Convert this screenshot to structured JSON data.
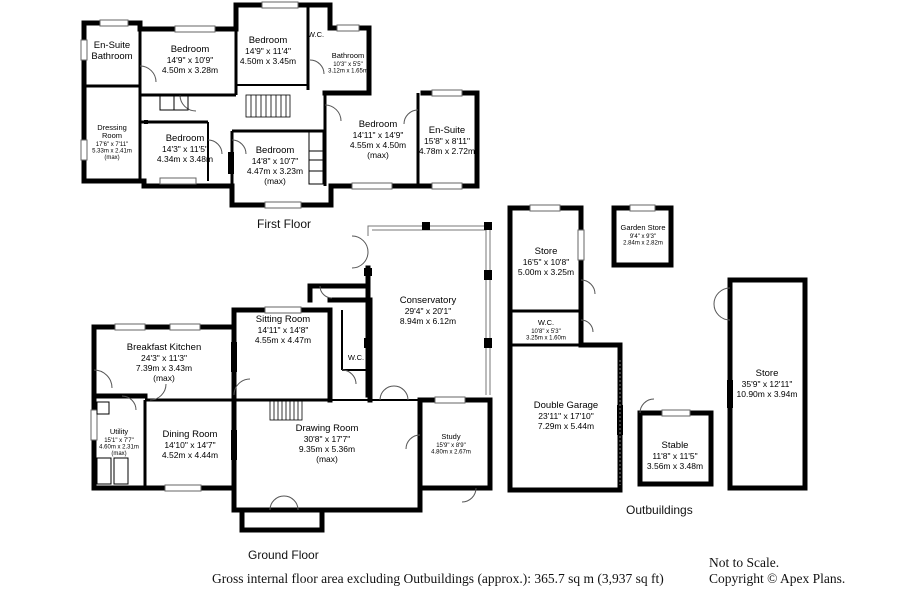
{
  "floor_labels": {
    "first": "First Floor",
    "ground": "Ground Floor",
    "outbuildings": "Outbuildings"
  },
  "rooms": [
    {
      "key": "ensuite_bath",
      "lines": [
        "En-Suite",
        "Bathroom"
      ],
      "size": [],
      "small": false
    },
    {
      "key": "bed1",
      "lines": [
        "Bedroom"
      ],
      "size": [
        "14'9\" x 10'9\"",
        "4.50m x 3.28m"
      ],
      "small": false
    },
    {
      "key": "bed2",
      "lines": [
        "Bedroom"
      ],
      "size": [
        "14'9\" x 11'4\"",
        "4.50m x 3.45m"
      ],
      "small": false
    },
    {
      "key": "wc_first",
      "lines": [
        "W.C."
      ],
      "size": [],
      "small": true
    },
    {
      "key": "bathroom",
      "lines": [
        "Bathroom"
      ],
      "size": [
        "10'3\" x 5'5\"",
        "3.12m x 1.65m"
      ],
      "small": true
    },
    {
      "key": "dressing",
      "lines": [
        "Dressing",
        "Room"
      ],
      "size": [
        "17'6\" x 7'11\"",
        "5.33m x 2.41m",
        "(max)"
      ],
      "small": true
    },
    {
      "key": "bed3",
      "lines": [
        "Bedroom"
      ],
      "size": [
        "14'3\" x 11'5\"",
        "4.34m x 3.48m"
      ],
      "small": false
    },
    {
      "key": "bed4",
      "lines": [
        "Bedroom"
      ],
      "size": [
        "14'8\" x 10'7\"",
        "4.47m x 3.23m",
        "(max)"
      ],
      "small": false
    },
    {
      "key": "bed5",
      "lines": [
        "Bedroom"
      ],
      "size": [
        "14'11\" x 14'9\"",
        "4.55m x 4.50m",
        "(max)"
      ],
      "small": false
    },
    {
      "key": "ensuite2",
      "lines": [
        "En-Suite"
      ],
      "size": [
        "15'8\" x 8'11\"",
        "4.78m x 2.72m"
      ],
      "small": false
    },
    {
      "key": "conservatory",
      "lines": [
        "Conservatory"
      ],
      "size": [
        "29'4\" x 20'1\"",
        "8.94m x 6.12m"
      ],
      "small": false
    },
    {
      "key": "breakfast",
      "lines": [
        "Breakfast Kitchen"
      ],
      "size": [
        "24'3\" x 11'3\"",
        "7.39m x 3.43m",
        "(max)"
      ],
      "small": false
    },
    {
      "key": "sitting",
      "lines": [
        "Sitting Room"
      ],
      "size": [
        "14'11\" x 14'8\"",
        "4.55m x 4.47m"
      ],
      "small": false
    },
    {
      "key": "wc_ground",
      "lines": [
        "W.C."
      ],
      "size": [],
      "small": true
    },
    {
      "key": "utility",
      "lines": [
        "Utility"
      ],
      "size": [
        "15'1\" x 7'7\"",
        "4.60m x 2.31m",
        "(max)"
      ],
      "small": true
    },
    {
      "key": "dining",
      "lines": [
        "Dining Room"
      ],
      "size": [
        "14'10\" x 14'7\"",
        "4.52m x 4.44m"
      ],
      "small": false
    },
    {
      "key": "drawing",
      "lines": [
        "Drawing Room"
      ],
      "size": [
        "30'8\" x 17'7\"",
        "9.35m x 5.36m",
        "(max)"
      ],
      "small": false
    },
    {
      "key": "study",
      "lines": [
        "Study"
      ],
      "size": [
        "15'9\" x 8'9\"",
        "4.80m x 2.67m"
      ],
      "small": true
    },
    {
      "key": "store1",
      "lines": [
        "Store"
      ],
      "size": [
        "16'5\" x 10'8\"",
        "5.00m x 3.25m"
      ],
      "small": false
    },
    {
      "key": "garden_store",
      "lines": [
        "Garden Store"
      ],
      "size": [
        "9'4\" x 9'3\"",
        "2.84m x 2.82m"
      ],
      "small": true
    },
    {
      "key": "wc_out",
      "lines": [
        "W.C."
      ],
      "size": [
        "10'8\" x 5'3\"",
        "3.25m x 1.60m"
      ],
      "small": true
    },
    {
      "key": "garage",
      "lines": [
        "Double Garage"
      ],
      "size": [
        "23'11\" x 17'10\"",
        "7.29m x 5.44m"
      ],
      "small": false
    },
    {
      "key": "stable",
      "lines": [
        "Stable"
      ],
      "size": [
        "11'8\" x 11'5\"",
        "3.56m x 3.48m"
      ],
      "small": false
    },
    {
      "key": "store2",
      "lines": [
        "Store"
      ],
      "size": [
        "35'9\" x 12'11\"",
        "10.90m x 3.94m"
      ],
      "small": false
    }
  ],
  "footer": {
    "area": "Gross internal floor area excluding Outbuildings (approx.): 365.7 sq m (3,937 sq ft)",
    "scale": "Not to Scale.",
    "copyright": "Copyright © Apex Plans."
  }
}
